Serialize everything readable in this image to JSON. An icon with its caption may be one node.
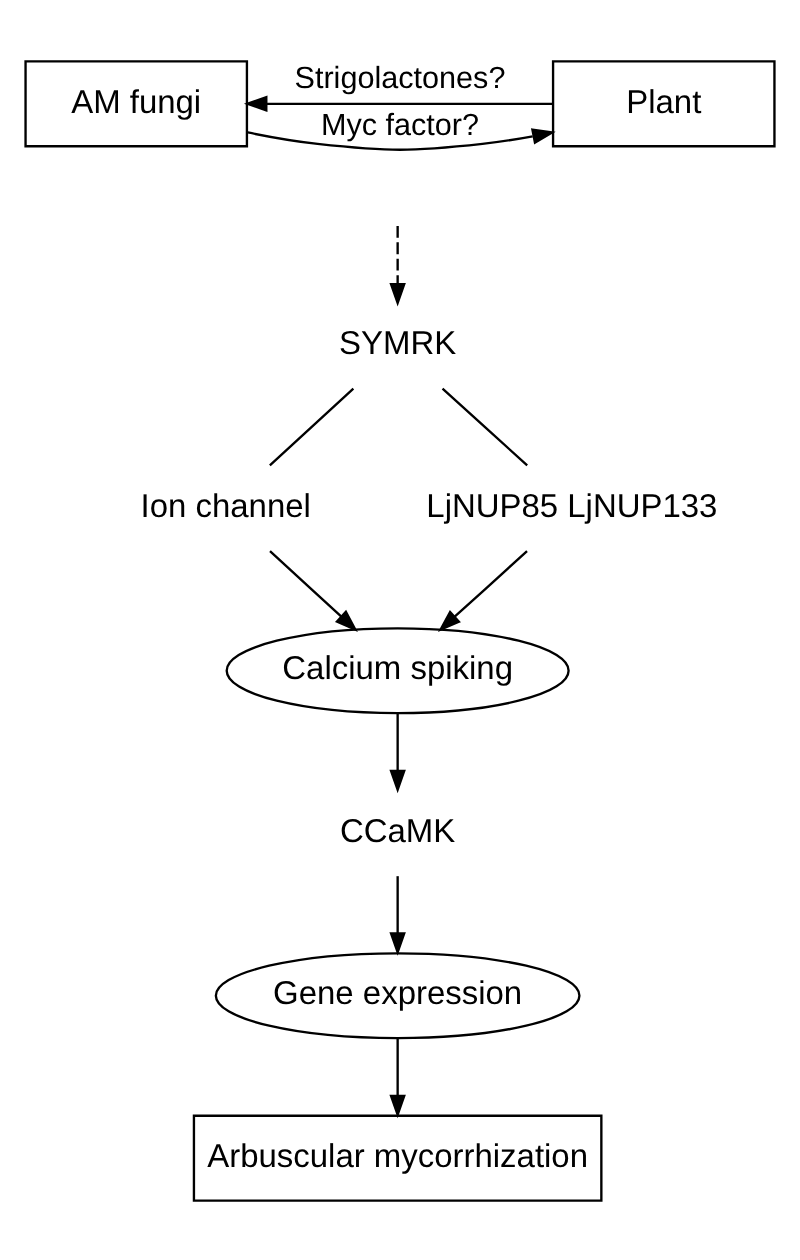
{
  "diagram": {
    "nodes": [
      {
        "text": [
          "AM fungi"
        ]
      },
      {
        "text": [
          "Plant"
        ]
      },
      {
        "text": [
          "SYMRK"
        ]
      },
      {
        "text": [
          "Ion channel"
        ]
      },
      {
        "text": [
          "LjNUP85 LjNUP133"
        ]
      },
      {
        "text": [
          "Calcium spiking"
        ]
      },
      {
        "text": [
          "CCaMK"
        ]
      },
      {
        "text": [
          "Gene expression"
        ]
      },
      {
        "text": [
          "Arbuscular mycorrhization"
        ]
      }
    ],
    "edges": [
      {
        "from": 1,
        "to": 0,
        "arrow": "to",
        "label": "Strigolactones?"
      },
      {
        "from": 0,
        "to": 1,
        "arrow": "to",
        "label": "Myc factor?"
      },
      {
        "from": null,
        "to": 2,
        "arrow": "to",
        "style": "dashed"
      },
      {
        "from": 2,
        "to": 3,
        "arrow": "none"
      },
      {
        "from": 2,
        "to": 4,
        "arrow": "none"
      },
      {
        "from": 3,
        "to": 5,
        "arrow": "to"
      },
      {
        "from": 4,
        "to": 5,
        "arrow": "to"
      },
      {
        "from": 5,
        "to": 6,
        "arrow": "to"
      },
      {
        "from": 6,
        "to": 7,
        "arrow": "to"
      },
      {
        "from": 7,
        "to": 8,
        "arrow": "to"
      }
    ]
  }
}
